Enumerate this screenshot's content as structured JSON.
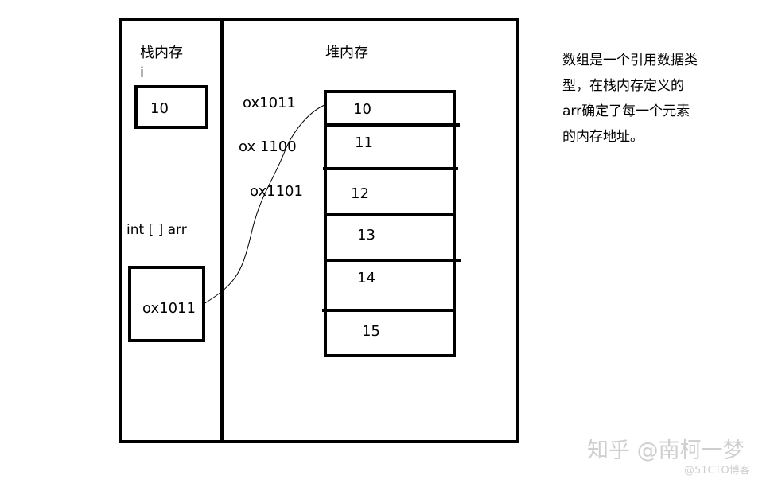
{
  "stack": {
    "title": "栈内存",
    "var_i_label": "i",
    "var_i_value": "10",
    "arr_label": "int [ ] arr",
    "arr_value": "ox1011"
  },
  "heap": {
    "title": "堆内存",
    "addresses": [
      "ox1011",
      "ox 1100",
      "ox1101"
    ],
    "cells": [
      "10",
      "11",
      "12",
      "13",
      "14",
      "15"
    ]
  },
  "note": {
    "lines": [
      "数组是一个引用数据类",
      "型，在栈内存定义的",
      "arr确定了每一个元素",
      "的内存地址。"
    ]
  },
  "watermark": {
    "main": "知乎 @南柯一梦",
    "sub": "@51CTO博客"
  }
}
